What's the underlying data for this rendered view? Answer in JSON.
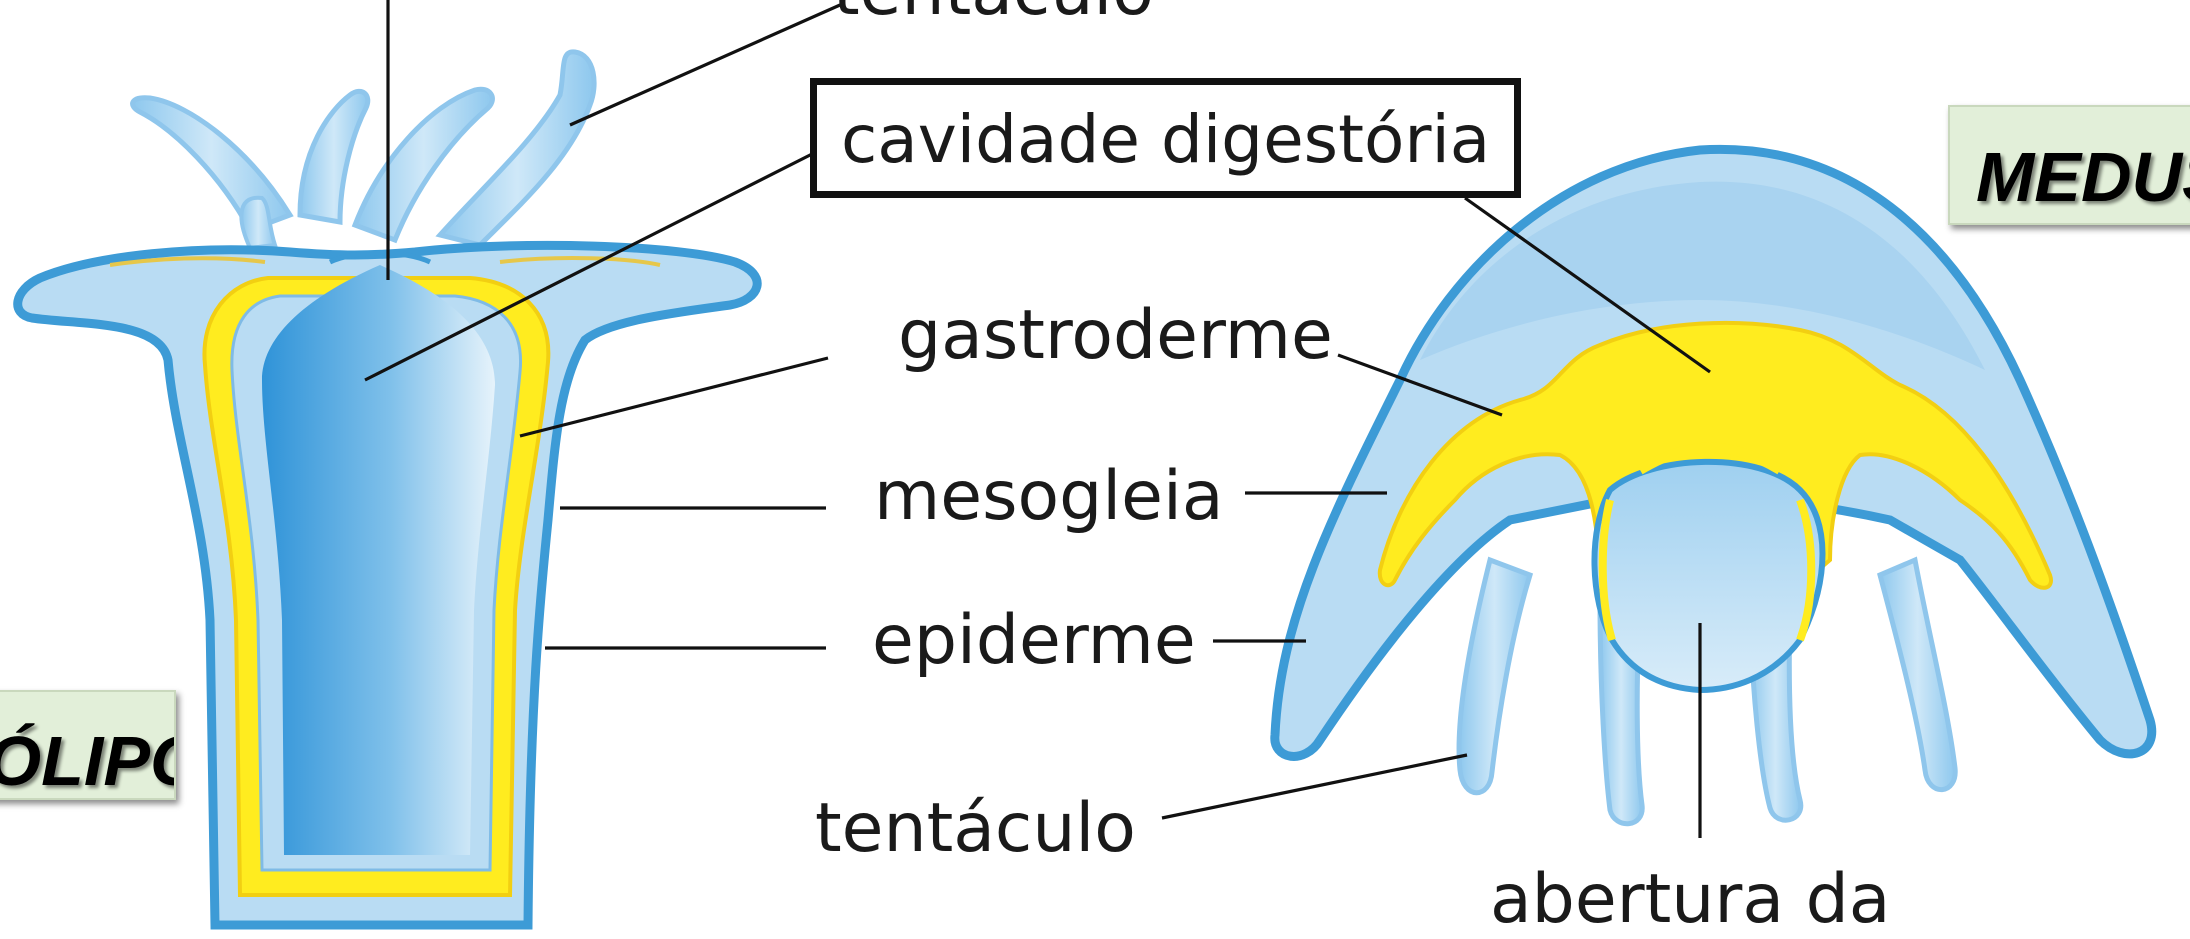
{
  "labels": {
    "tentaculo_top": "tentáculo",
    "cavidade": "cavidade digestória",
    "gastroderme": "gastroderme",
    "mesogleia": "mesogleia",
    "epiderme": "epiderme",
    "tentaculo": "tentáculo",
    "abertura": "abertura da"
  },
  "tags": {
    "polipo": "PÓLIPO",
    "medusa": "MEDUSA"
  },
  "colors": {
    "epidermis": "#5aaee0",
    "epidermis_outline": "#3d9bd6",
    "body_light": "#b9dcf3",
    "mesoglea": "#ffec1f",
    "cavity_dark": "#4aa3df",
    "label_line": "#111111"
  }
}
